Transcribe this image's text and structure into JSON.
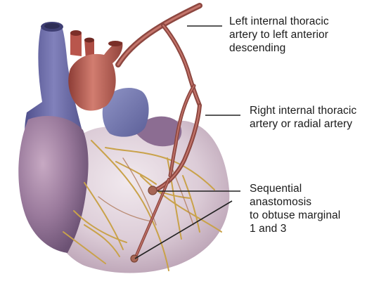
{
  "labels": {
    "left_ita": "Left internal thoracic\nartery to left anterior\ndescending",
    "right_ita": "Right internal thoracic\nartery or radial artery",
    "sequential": "Sequential anastomosis\nto obtuse marginal\n1 and 3"
  },
  "colors": {
    "background": "#ffffff",
    "text": "#1a1a1a",
    "leader_line": "#222222",
    "venous_blue": "#6e6fa8",
    "aorta_red": "#b2584e",
    "graft_artery": "#a4564e",
    "myocardium": "#d8c9d4",
    "atrium_purple": "#8f6f93",
    "coronary_vessel": "#c9a24a"
  },
  "icons": [
    "heart-illustration"
  ]
}
